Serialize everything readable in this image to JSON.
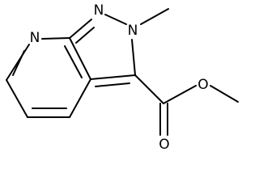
{
  "molecule": {
    "atoms": {
      "pyridine_n": "N",
      "pyrazole_n1": "N",
      "pyrazole_n2": "N",
      "ester_o_carbonyl": "O",
      "ester_o_methoxy": "O"
    }
  }
}
